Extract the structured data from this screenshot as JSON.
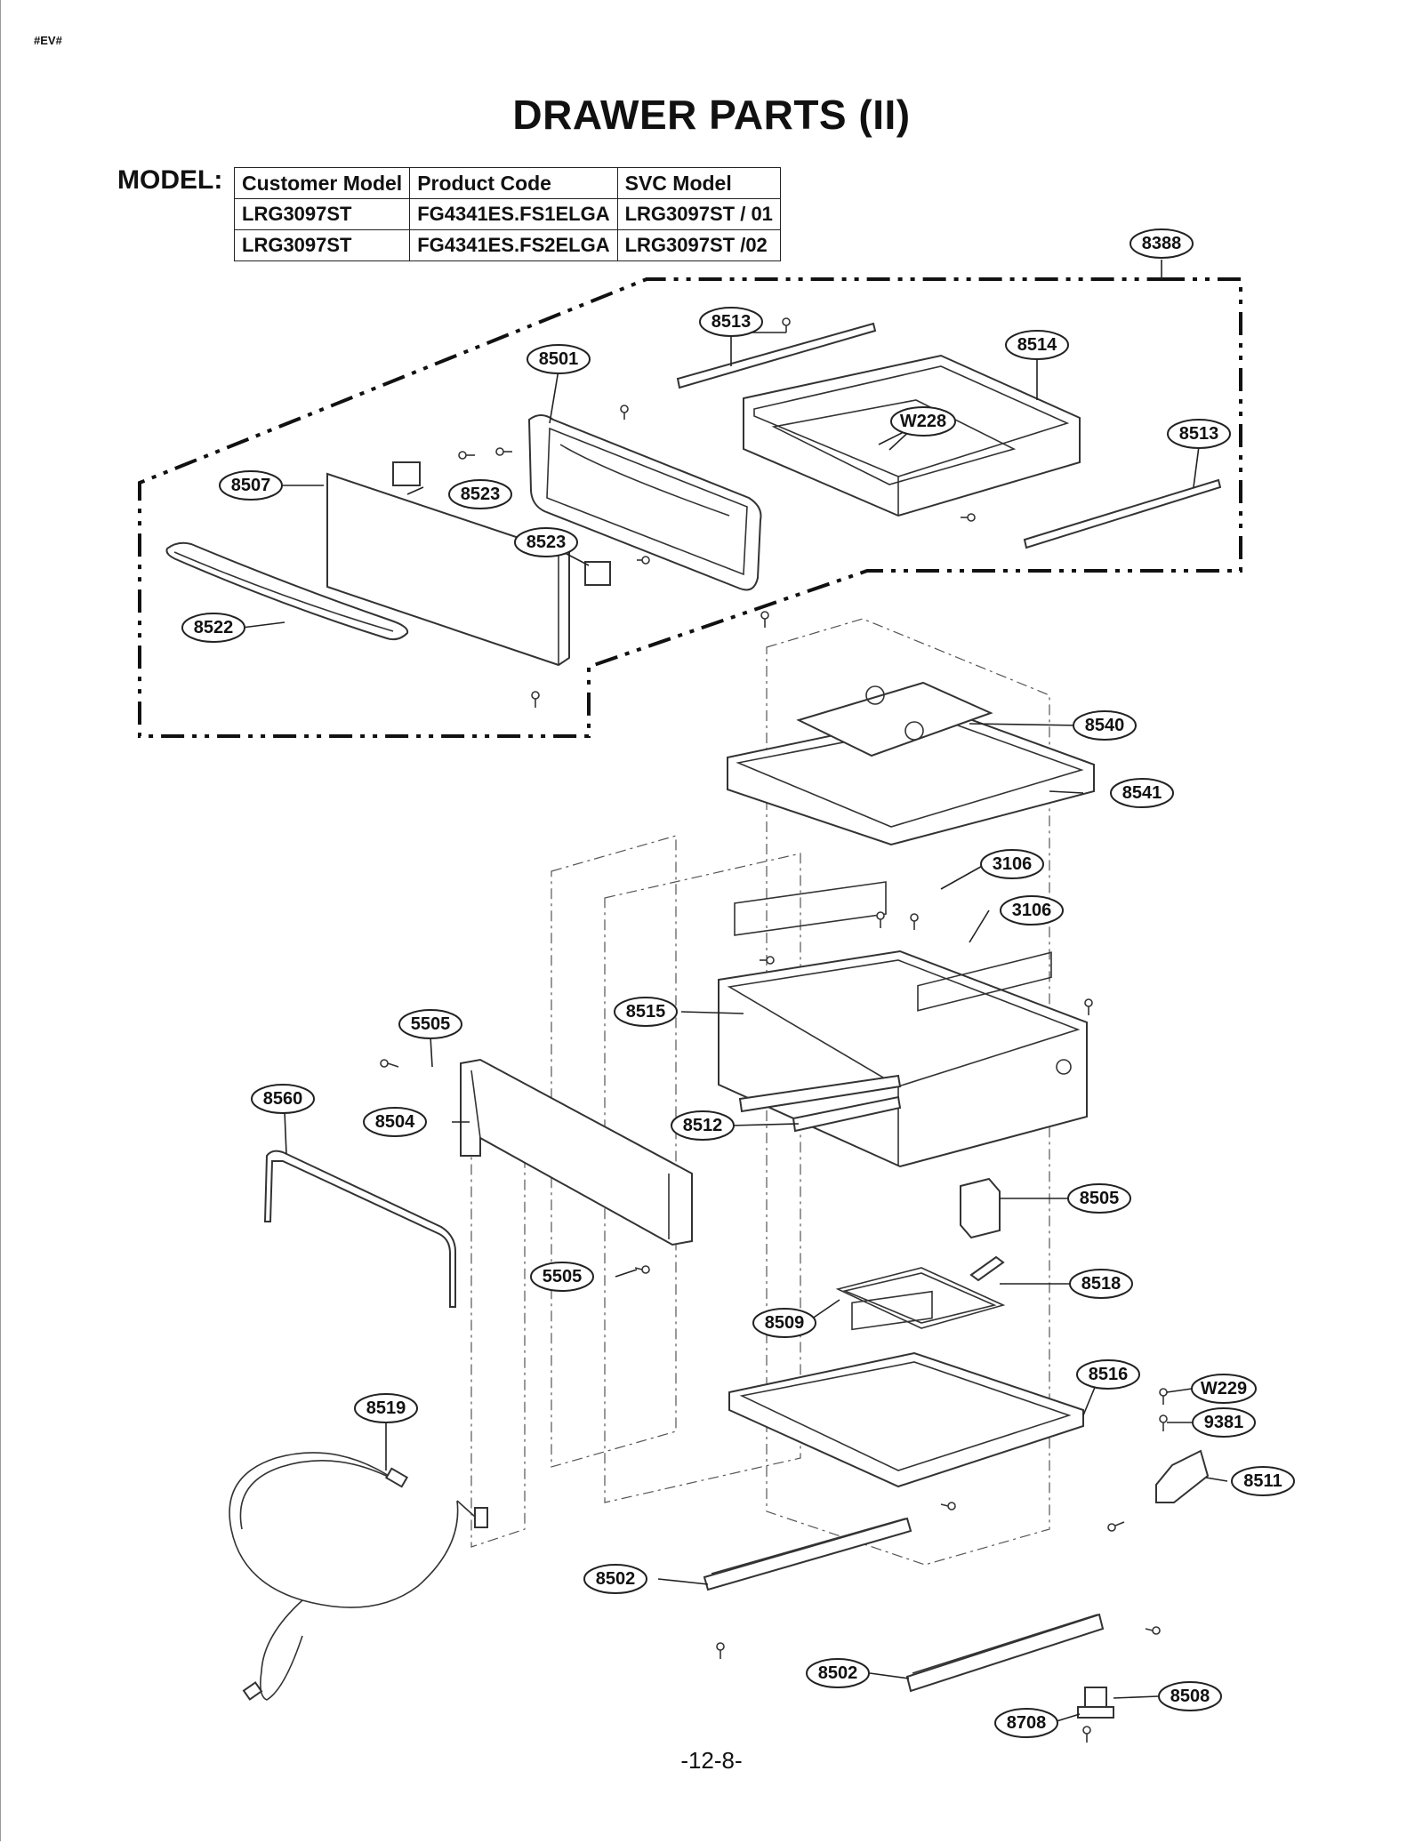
{
  "doc_tag": "#EV#",
  "title": "DRAWER PARTS (II)",
  "model_label": "MODEL:",
  "model_table": {
    "headers": [
      "Customer Model",
      "Product Code",
      "SVC Model"
    ],
    "rows": [
      [
        "LRG3097ST",
        "FG4341ES.FS1ELGA",
        "LRG3097ST / 01"
      ],
      [
        "LRG3097ST",
        "FG4341ES.FS2ELGA",
        "LRG3097ST /02"
      ]
    ]
  },
  "callouts": [
    "8388",
    "8513",
    "8501",
    "8514",
    "W228",
    "8513",
    "8507",
    "8523",
    "8523",
    "8522",
    "8540",
    "8541",
    "3106",
    "3106",
    "8515",
    "5505",
    "8560",
    "8504",
    "8512",
    "8505",
    "5505",
    "8518",
    "8509",
    "8516",
    "W229",
    "9381",
    "8519",
    "8511",
    "8502",
    "8502",
    "8508",
    "8708"
  ],
  "page_number": "-12-8-"
}
